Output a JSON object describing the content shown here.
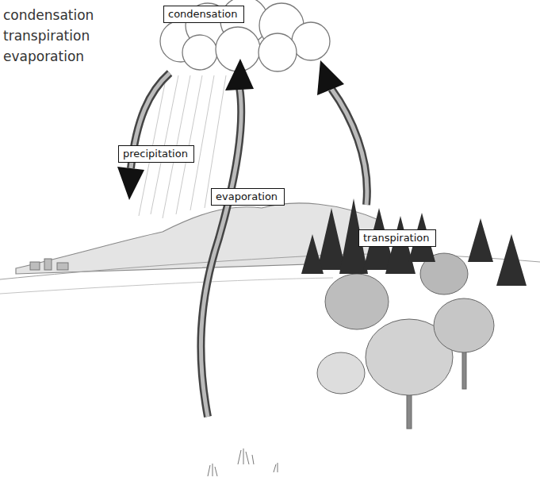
{
  "diagram": {
    "nodes": [
      {
        "text": [
          "condensation"
        ]
      },
      {
        "text": [
          "precipitation"
        ]
      },
      {
        "text": [
          "evaporation"
        ]
      },
      {
        "text": [
          "transpiration"
        ]
      }
    ],
    "labels": [
      "condensation",
      "transpiration",
      "evaporation"
    ]
  }
}
